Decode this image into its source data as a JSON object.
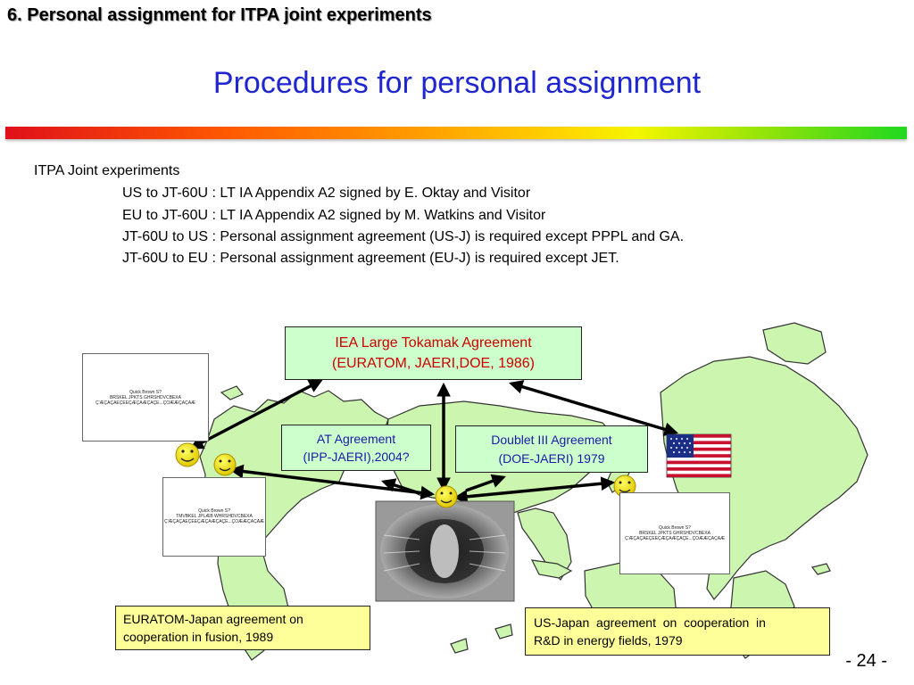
{
  "header": "6. Personal assignment for ITPA joint experiments",
  "title": "Procedures for personal assignment",
  "intro": {
    "heading": "ITPA Joint experiments",
    "lines": [
      "US to JT-60U : LT IA  Appendix A2 signed by E. Oktay and Visitor",
      "EU to JT-60U : LT IA Appendix A2 signed by M. Watkins and Visitor",
      "JT-60U to US : Personal assignment agreement  (US-J) is required except PPPL and GA.",
      "JT-60U to EU : Personal assignment agreement  (EU-J) is required except JET."
    ]
  },
  "boxes": {
    "iea": {
      "line1": "IEA Large Tokamak Agreement",
      "line2": "(EURATOM, JAERI,DOE, 1986)",
      "color": "#cc0000"
    },
    "at": {
      "line1": "AT Agreement",
      "line2": "(IPP-JAERI),2004?",
      "color": "#1a1aa8"
    },
    "doublet": {
      "line1": "Doublet III Agreement",
      "line2": "(DOE-JAERI) 1979",
      "color": "#1a1aa8"
    },
    "euratom_japan": {
      "line1": "EURATOM-Japan agreement on",
      "line2": "cooperation in  fusion, 1989"
    },
    "us_japan": {
      "line1": "US-Japan  agreement  on  cooperation  in",
      "line2": "R&D in energy fields, 1979"
    }
  },
  "documents": {
    "left": {
      "line1": "Quick Brown S?",
      "line2": "BRSKEL JPKTS GHRSHDVCBEXA",
      "line3": "Ç'ÆÇÀÇÂÉÇÈÈÇÆÇÃÆÇÂÇÈ...ÇÒÆÆÇÀÇÂÆ"
    },
    "middle": {
      "line1": "Quick Brown S?",
      "line2": "TMVBKEL JPLÆB WHRSHDVCBEXA",
      "line3": "Ç'ÆÇÀÇÂÉÇÈÈÇÆÇÃÆÇÂÇÈ...ÇÒÆÆÇÀÇÂÆ"
    },
    "right": {
      "line1": "Quick Brown S?",
      "line2": "BRSKEL JPKTS GHRSHDVCBEXA",
      "line3": "Ç'ÆÇÀÇÂÉÇÈÈÇÆÇÃÆÇÂÇÈ...ÇÒÆÆÇÀÇÂÆ"
    }
  },
  "icons": [
    "smiley-face-icon",
    "us-flag-icon",
    "tokamak-vessel-photo",
    "world-map"
  ],
  "page_number": "- 24 -"
}
